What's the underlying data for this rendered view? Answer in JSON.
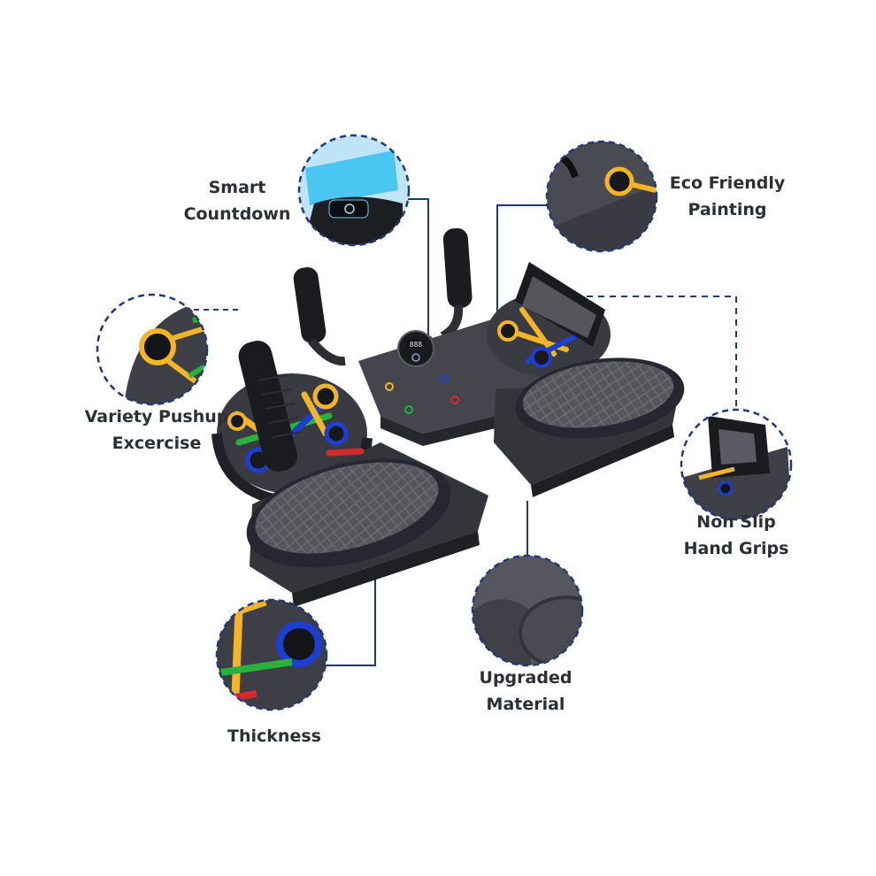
{
  "callouts": {
    "smart_countdown": {
      "line1": "Smart",
      "line2": "Countdown"
    },
    "eco_friendly": {
      "line1": "Eco Friendly",
      "line2": "Painting"
    },
    "variety_pushup": {
      "line1": "Variety Pushup",
      "line2": "Excercise"
    },
    "non_slip": {
      "line1": "Non Slip",
      "line2": "Hand Grips"
    },
    "upgraded": {
      "line1": "Upgraded",
      "line2": "Material"
    },
    "thickness": {
      "line1": "Thickness"
    }
  },
  "device_display": {
    "timer_readout": "888"
  },
  "colors": {
    "board": "#3a3b42",
    "board_dark": "#26272c",
    "leader_line": "#1e3a78",
    "circle_dash": "#1e3a78",
    "guide_yellow": "#f2b52a",
    "guide_blue": "#1c3fd1",
    "guide_green": "#27b33a",
    "guide_red": "#d62a2a",
    "screen_blue": "#49c6f2"
  }
}
